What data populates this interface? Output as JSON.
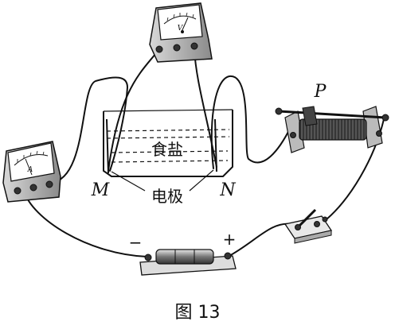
{
  "figure": {
    "caption": "图 13"
  },
  "labels": {
    "electrode_m": "M",
    "electrode_n": "N",
    "electrodes": "电极",
    "solution": "食盐",
    "rheostat_slider": "P",
    "battery_negative": "−",
    "battery_positive": "+",
    "voltmeter_symbol": "V",
    "ammeter_symbol": "A"
  }
}
